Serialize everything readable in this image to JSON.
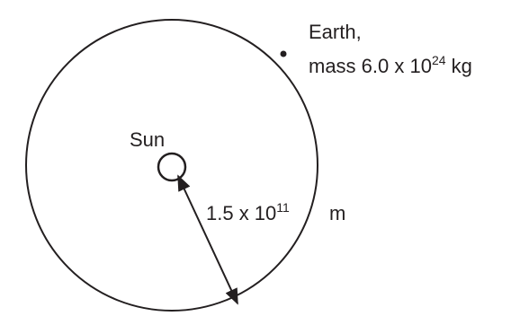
{
  "labels": {
    "earth_name": "Earth,",
    "earth_mass_prefix": "mass 6.0 x 10",
    "earth_mass_exponent": "24",
    "earth_mass_unit": " kg",
    "sun_name": "Sun",
    "radius_prefix": "1.5 x 10",
    "radius_exponent": "11",
    "radius_unit": "m"
  },
  "colors": {
    "ink": "#231f20",
    "background": "#ffffff"
  }
}
